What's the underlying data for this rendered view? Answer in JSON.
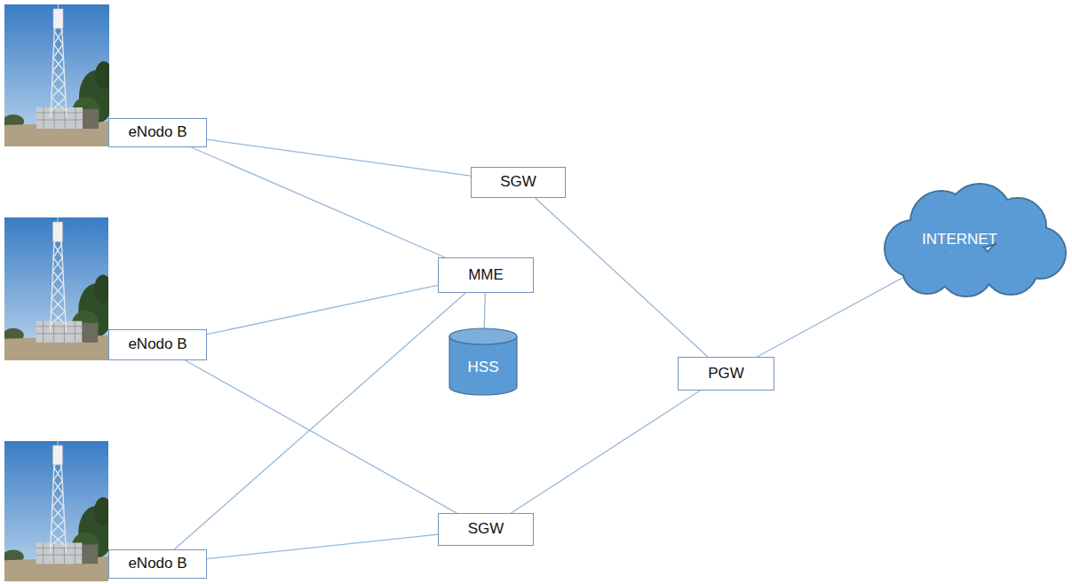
{
  "diagram": {
    "nodes": [
      {
        "text": [
          "eNodo B"
        ]
      },
      {
        "text": [
          "eNodo B"
        ]
      },
      {
        "text": [
          "eNodo B"
        ]
      },
      {
        "text": [
          "SGW"
        ]
      },
      {
        "text": [
          "MME"
        ]
      },
      {
        "text": [
          "HSS"
        ]
      },
      {
        "text": [
          "SGW"
        ]
      },
      {
        "text": [
          "PGW"
        ]
      },
      {
        "text": [
          "INTERNET"
        ]
      }
    ],
    "edges": [
      {
        "from": 0,
        "to": 3,
        "arrow": "none"
      },
      {
        "from": 0,
        "to": 4,
        "arrow": "none"
      },
      {
        "from": 1,
        "to": 4,
        "arrow": "none"
      },
      {
        "from": 1,
        "to": 6,
        "arrow": "none"
      },
      {
        "from": 2,
        "to": 4,
        "arrow": "none"
      },
      {
        "from": 2,
        "to": 6,
        "arrow": "none"
      },
      {
        "from": 4,
        "to": 5,
        "arrow": "none"
      },
      {
        "from": 3,
        "to": 7,
        "arrow": "none"
      },
      {
        "from": 6,
        "to": 7,
        "arrow": "none"
      },
      {
        "from": 7,
        "to": 8,
        "arrow": "none"
      }
    ]
  }
}
